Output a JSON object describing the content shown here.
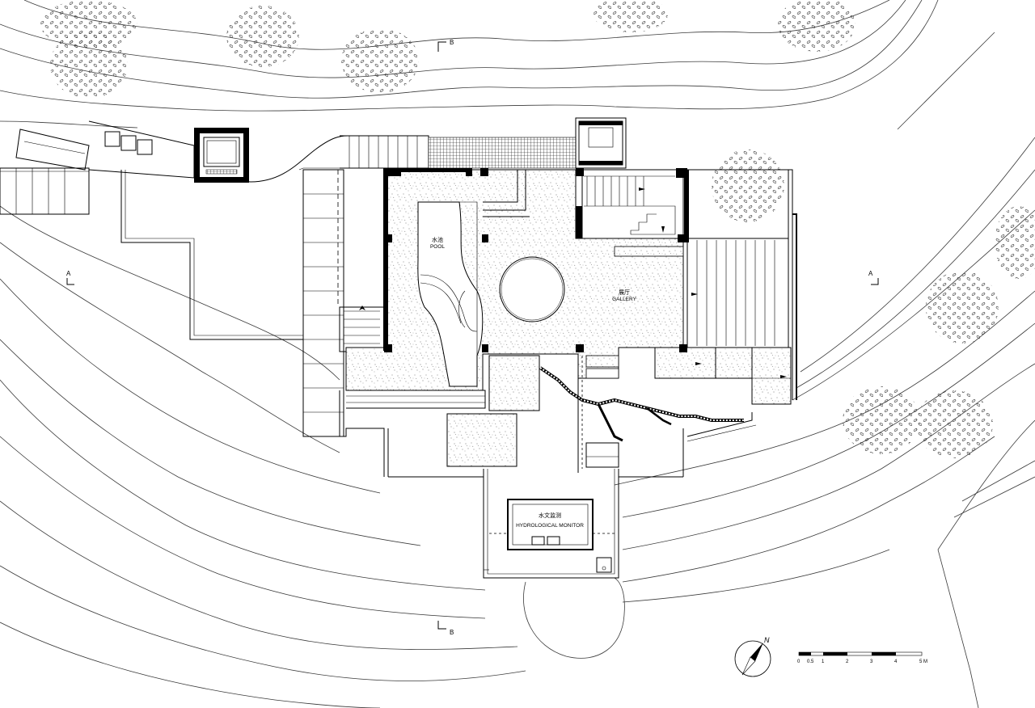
{
  "labels": {
    "pool_cn": "水池",
    "pool_en": "POOL",
    "gallery_cn": "展厅",
    "gallery_en": "GALLERY",
    "monitor_cn": "水文监测",
    "monitor_en": "HYDROLOGICAL MONITOR"
  },
  "section_marks": {
    "a": "A",
    "b": "B"
  },
  "north_label": "N",
  "scale_bar": {
    "ticks": [
      "0",
      "0.5",
      "1",
      "2",
      "3",
      "4",
      "5 M"
    ]
  },
  "colors": {
    "line": "#000000",
    "paper": "#ffffff",
    "hatch": "#555555"
  }
}
